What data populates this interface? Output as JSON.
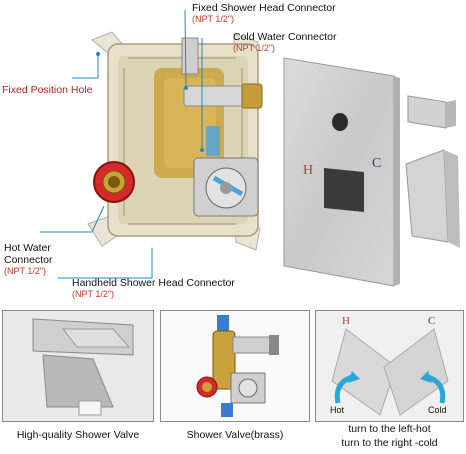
{
  "callouts": {
    "fixed_shower_head": {
      "title": "Fixed Shower Head Connector",
      "spec": "(NPT 1/2\")"
    },
    "cold_water": {
      "title": "Cold Water Connector",
      "spec": "(NPT 1/2\")"
    },
    "fixed_position_hole": {
      "title": "Fixed Position Hole"
    },
    "hot_water": {
      "title_line1": "Hot Water",
      "title_line2": "Connector",
      "spec": "(NPT 1/2\")"
    },
    "handheld": {
      "title": "Handheld Shower Head Connector",
      "spec": "(NPT 1/2\")"
    }
  },
  "trim_plate": {
    "hot_letter": "H",
    "cold_letter": "C"
  },
  "bottom": {
    "panel1_caption": "High-quality  Shower Valve",
    "panel2_caption": "Shower Valve(brass)",
    "panel3": {
      "hot_letter": "H",
      "cold_letter": "C",
      "hot_label": "Hot",
      "cold_label": "Cold",
      "caption_line1": "turn to the left-hot",
      "caption_line2": "turn to the right -cold"
    }
  },
  "colors": {
    "callout_accent": "#b22222",
    "leader_line": "#1e88c8",
    "brass": "#c9a23c",
    "chrome": "#c8c8c8"
  }
}
